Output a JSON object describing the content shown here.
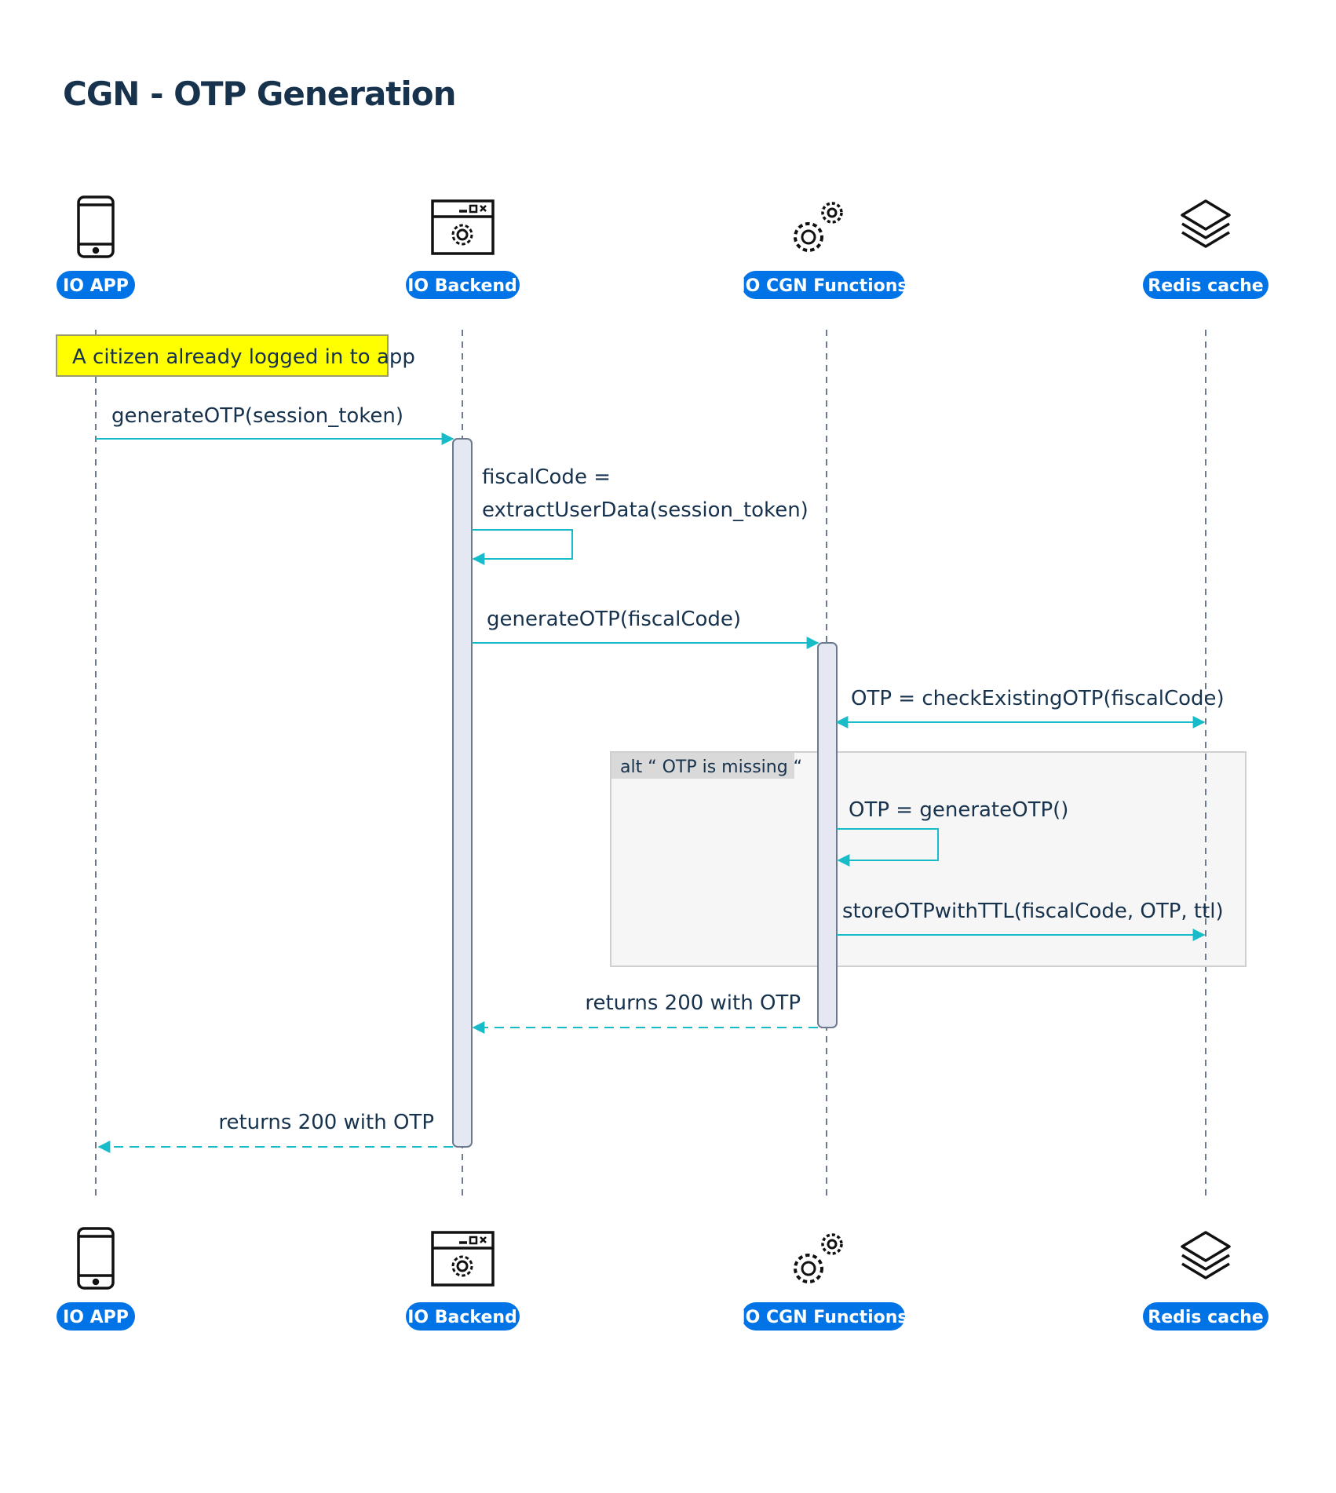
{
  "title": "CGN - OTP Generation",
  "colors": {
    "arrow": "#18bcc9",
    "pill": "#0073e6",
    "text": "#17324d",
    "note": "#ffff00",
    "activation": "#e5e8f2",
    "alt_bg": "#f6f6f6",
    "alt_header": "#d9d9d9"
  },
  "participants": [
    {
      "id": "app",
      "label": "IO APP",
      "icon": "smartphone-icon"
    },
    {
      "id": "backend",
      "label": "IO Backend",
      "icon": "browser-window-gear-icon"
    },
    {
      "id": "functions",
      "label": "IO CGN Functions",
      "icon": "gears-icon"
    },
    {
      "id": "redis",
      "label": "Redis cache",
      "icon": "layers-stack-icon"
    }
  ],
  "note": "A citizen already logged in to app",
  "messages": [
    {
      "from": "app",
      "to": "backend",
      "label": "generateOTP(session_token)",
      "style": "solid"
    },
    {
      "from": "backend",
      "to": "backend",
      "label_line1": "fiscalCode =",
      "label_line2": "extractUserData(session_token)",
      "style": "self"
    },
    {
      "from": "backend",
      "to": "functions",
      "label": "generateOTP(fiscalCode)",
      "style": "solid"
    },
    {
      "from": "functions",
      "to": "redis",
      "label": "OTP = checkExistingOTP(fiscalCode)",
      "style": "bidirectional"
    },
    {
      "from": "functions",
      "to": "functions",
      "label": "OTP = generateOTP()",
      "style": "self"
    },
    {
      "from": "functions",
      "to": "redis",
      "label": "storeOTPwithTTL(fiscalCode, OTP, ttl)",
      "style": "solid"
    },
    {
      "from": "functions",
      "to": "backend",
      "label": "returns 200 with OTP",
      "style": "dashed"
    },
    {
      "from": "backend",
      "to": "app",
      "label": "returns 200 with OTP",
      "style": "dashed"
    }
  ],
  "alt_fragment": {
    "label": "alt “ OTP is missing “"
  }
}
